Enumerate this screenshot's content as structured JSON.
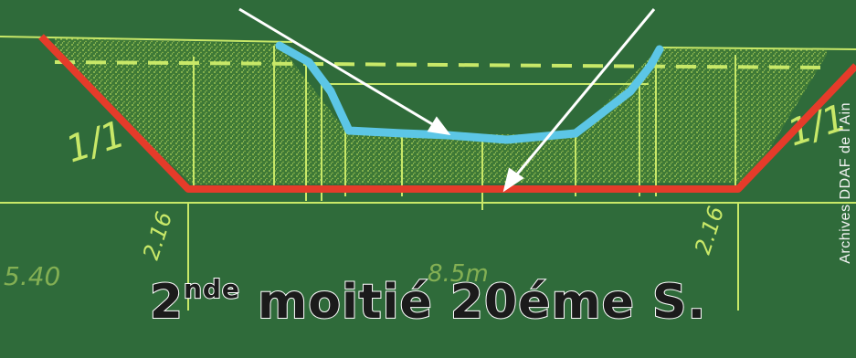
{
  "caption": {
    "base": "2",
    "superscript": "nde",
    "rest": "moitié 20éme S."
  },
  "credit": "Archives DDAF de l'Ain",
  "drawing_labels": {
    "slope_left": "1/1",
    "slope_right": "1/1",
    "dim_left": "2.16",
    "dim_right": "2.16",
    "width_center": "8.5m",
    "width_left": "5.40"
  },
  "colors": {
    "board": "#2f6b3a",
    "chalk": "#c8e868",
    "new_profile": "#e53b2a",
    "old_profile": "#5cc6e6",
    "arrows": "#ffffff"
  }
}
